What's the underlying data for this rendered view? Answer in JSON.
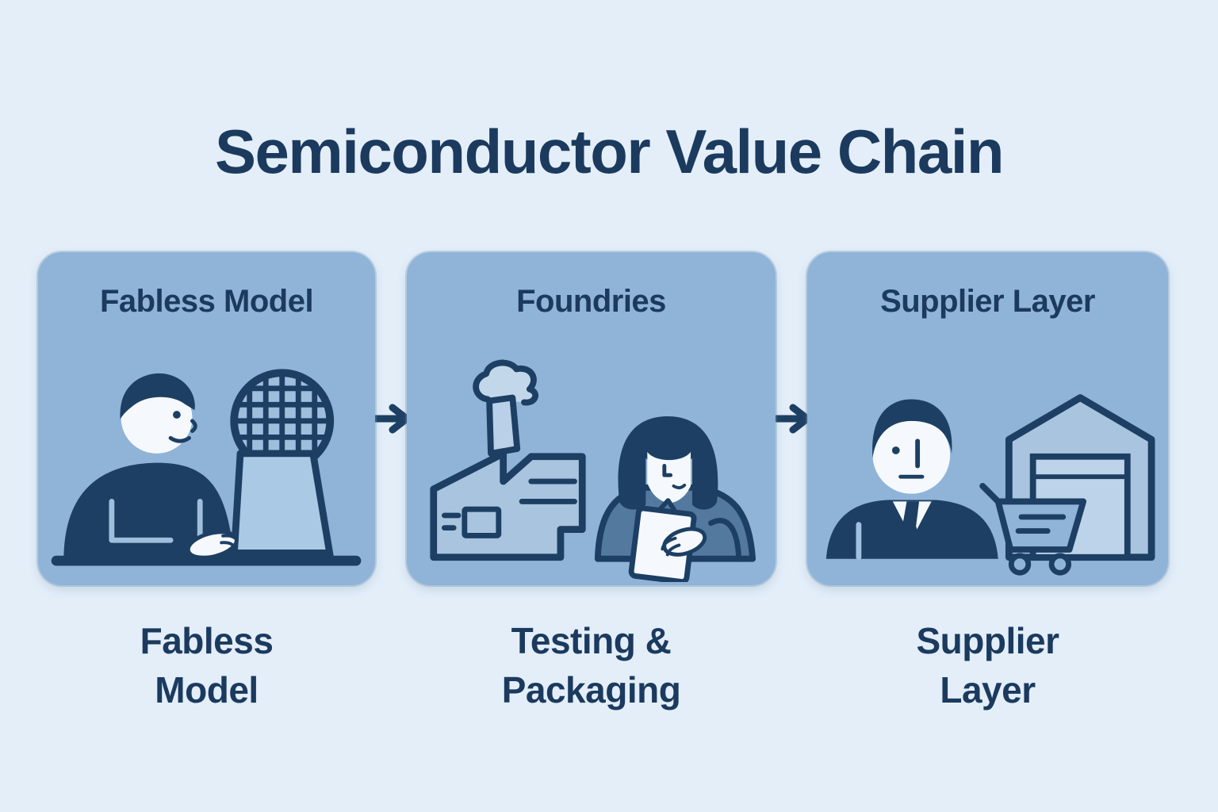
{
  "page": {
    "title": "Semiconductor Value Chain"
  },
  "colors": {
    "background": "#e3eef9",
    "card_background": "#8fb4d8",
    "navy_ink": "#1d3f63",
    "text": "#1b3a5e",
    "light_fill": "#aac6e0",
    "paper_white": "#f5f9fd",
    "sweater_blue": "#53799f"
  },
  "cards": [
    {
      "title": "Fabless Model",
      "caption_line1": "Fabless",
      "caption_line2": "Model",
      "icons": [
        "engineer-icon",
        "laptop-icon",
        "wafer-icon"
      ]
    },
    {
      "title": "Foundries",
      "caption_line1": "Testing &",
      "caption_line2": "Packaging",
      "icons": [
        "factory-icon",
        "inspector-icon",
        "clipboard-icon"
      ]
    },
    {
      "title": "Supplier Layer",
      "caption_line1": "Supplier",
      "caption_line2": "Layer",
      "icons": [
        "businessman-icon",
        "warehouse-icon",
        "shopping-cart-icon"
      ]
    }
  ],
  "arrows": [
    {
      "name": "arrow-right-1",
      "direction": "right"
    },
    {
      "name": "arrow-right-2",
      "direction": "right"
    }
  ]
}
